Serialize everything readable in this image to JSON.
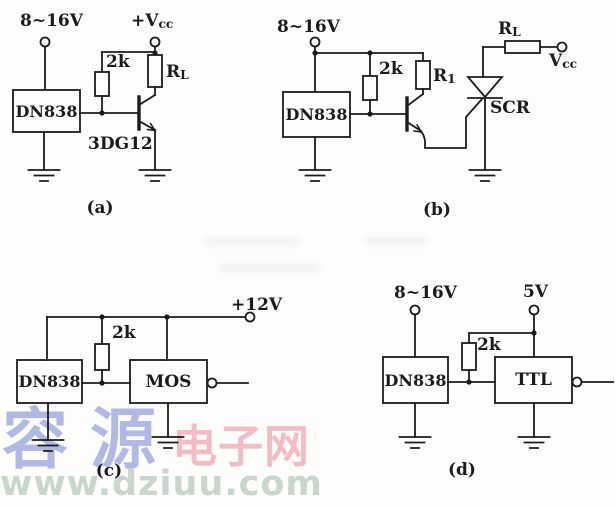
{
  "circuits": {
    "a": {
      "supply": "8~16V",
      "vcc_main": "+V",
      "vcc_sub": "cc",
      "pullup": "2k",
      "load_main": "R",
      "load_sub": "L",
      "chip": "DN838",
      "transistor": "3DG12",
      "label": "(a)"
    },
    "b": {
      "supply": "8~16V",
      "pullup": "2k",
      "r1_main": "R",
      "r1_sub": "1",
      "chip": "DN838",
      "load_main": "R",
      "load_sub": "L",
      "vcc_main": "V",
      "vcc_sub": "cc",
      "scr": "SCR",
      "label": "(b)"
    },
    "c": {
      "supply": "+12V",
      "pullup": "2k",
      "chip": "DN838",
      "gate": "MOS",
      "label": "(c)"
    },
    "d": {
      "supply": "8~16V",
      "logic_supply": "5V",
      "pullup": "2k",
      "chip": "DN838",
      "gate": "TTL",
      "label": "(d)"
    }
  },
  "watermark": {
    "brand": "容源",
    "suffix": "电子网",
    "url": "www.dziuu.com",
    "brand_color": "#a8b2e4",
    "suffix_color": "#f2b6c0",
    "url_color": "#c7d4cb"
  },
  "ink_color": "#1b1b1b"
}
